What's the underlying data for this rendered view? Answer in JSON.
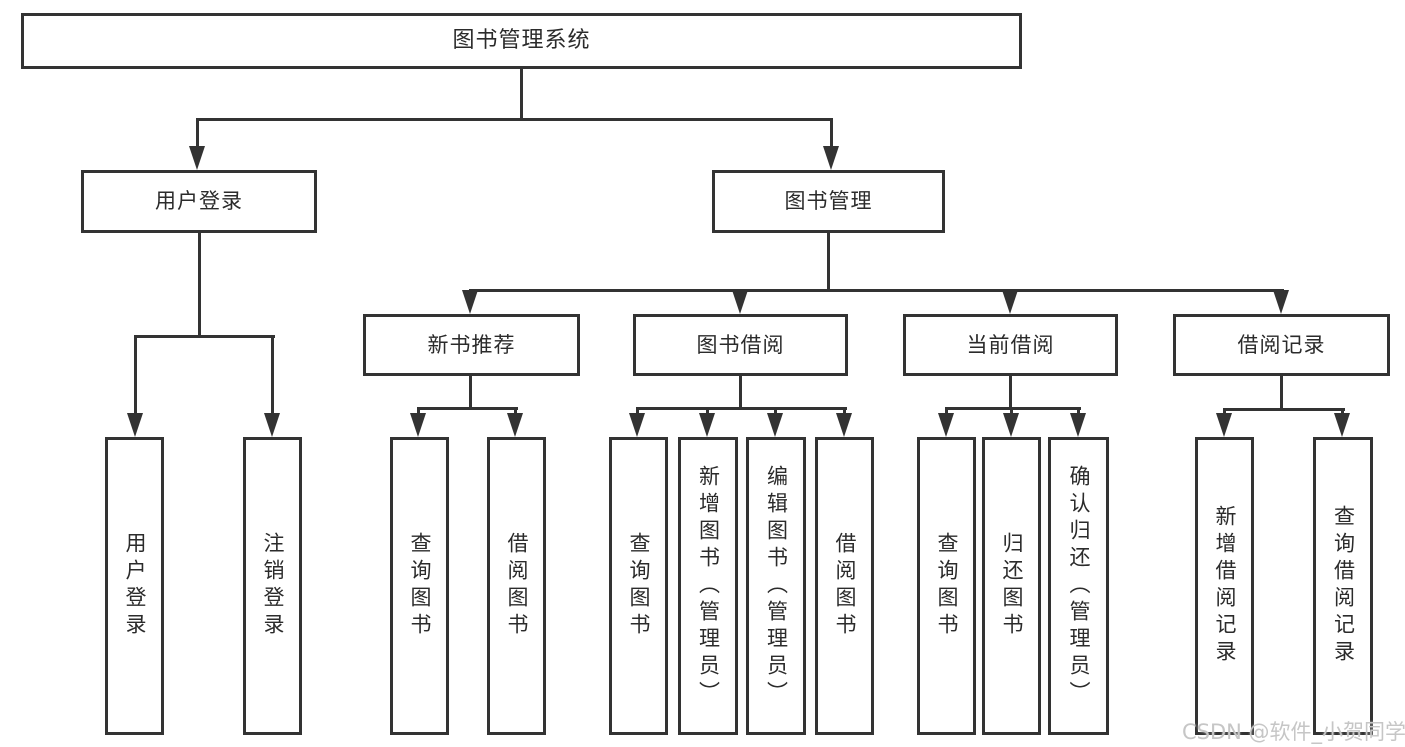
{
  "nodes": {
    "system": "图书管理系统",
    "user_login": "用户登录",
    "book_management": "图书管理",
    "new_book_recommend": "新书推荐",
    "book_borrow": "图书借阅",
    "current_borrow": "当前借阅",
    "borrow_record": "借阅记录",
    "uf_user_login": "用户登录",
    "uf_logout": "注销登录",
    "nb_query_book": "查询图书",
    "nb_borrow_book": "借阅图书",
    "bb_query_book": "查询图书",
    "bb_add_book": "新增图书（管理员）",
    "bb_edit_book": "编辑图书（管理员）",
    "bb_borrow_book": "借阅图书",
    "cb_query_book": "查询图书",
    "cb_return_book": "归还图书",
    "cb_confirm_return": "确认归还（管理员）",
    "br_add_record": "新增借阅记录",
    "br_query_record": "查询借阅记录"
  },
  "edges": [
    [
      "system",
      "user_login"
    ],
    [
      "system",
      "book_management"
    ],
    [
      "user_login",
      "uf_user_login"
    ],
    [
      "user_login",
      "uf_logout"
    ],
    [
      "book_management",
      "new_book_recommend"
    ],
    [
      "book_management",
      "book_borrow"
    ],
    [
      "book_management",
      "current_borrow"
    ],
    [
      "book_management",
      "borrow_record"
    ],
    [
      "new_book_recommend",
      "nb_query_book"
    ],
    [
      "new_book_recommend",
      "nb_borrow_book"
    ],
    [
      "book_borrow",
      "bb_query_book"
    ],
    [
      "book_borrow",
      "bb_add_book"
    ],
    [
      "book_borrow",
      "bb_edit_book"
    ],
    [
      "book_borrow",
      "bb_borrow_book"
    ],
    [
      "current_borrow",
      "cb_query_book"
    ],
    [
      "current_borrow",
      "cb_return_book"
    ],
    [
      "current_borrow",
      "cb_confirm_return"
    ],
    [
      "borrow_record",
      "br_add_record"
    ],
    [
      "borrow_record",
      "br_query_record"
    ]
  ],
  "watermark": "CSDN @软件_小贺同学",
  "colors": {
    "line": "#333333",
    "text": "#2b2b2b",
    "watermark": "#c6c6c6",
    "background": "#ffffff"
  }
}
